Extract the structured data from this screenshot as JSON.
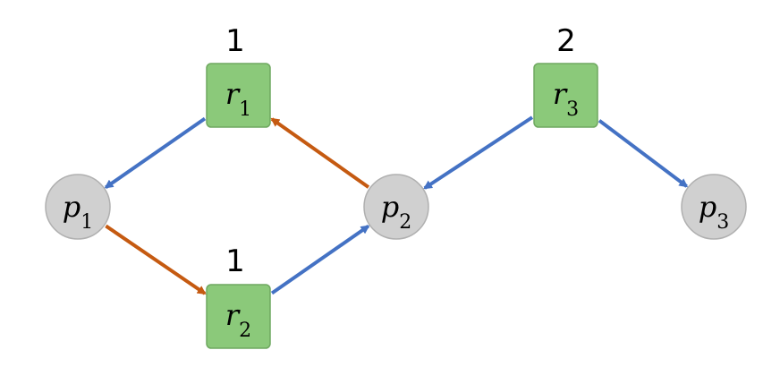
{
  "colors": {
    "request_edge": "#4472C4",
    "assignment_edge": "#C55A11",
    "resource_fill": "#8BC97A",
    "resource_stroke": "#6FA860",
    "process_fill": "#D0D0D0",
    "process_stroke": "#B0B0B0"
  },
  "resources": [
    {
      "id": "r1",
      "base": "r",
      "sub": "1",
      "instances": "1"
    },
    {
      "id": "r2",
      "base": "r",
      "sub": "2",
      "instances": "1"
    },
    {
      "id": "r3",
      "base": "r",
      "sub": "3",
      "instances": "2"
    }
  ],
  "processes": [
    {
      "id": "p1",
      "base": "p",
      "sub": "1"
    },
    {
      "id": "p2",
      "base": "p",
      "sub": "2"
    },
    {
      "id": "p3",
      "base": "p",
      "sub": "3"
    }
  ],
  "edges": [
    {
      "from": "r1",
      "to": "p1",
      "kind": "request_edge"
    },
    {
      "from": "p1",
      "to": "r2",
      "kind": "assignment_edge"
    },
    {
      "from": "r2",
      "to": "p2",
      "kind": "request_edge"
    },
    {
      "from": "p2",
      "to": "r1",
      "kind": "assignment_edge"
    },
    {
      "from": "r3",
      "to": "p2",
      "kind": "request_edge"
    },
    {
      "from": "r3",
      "to": "p3",
      "kind": "request_edge"
    }
  ]
}
